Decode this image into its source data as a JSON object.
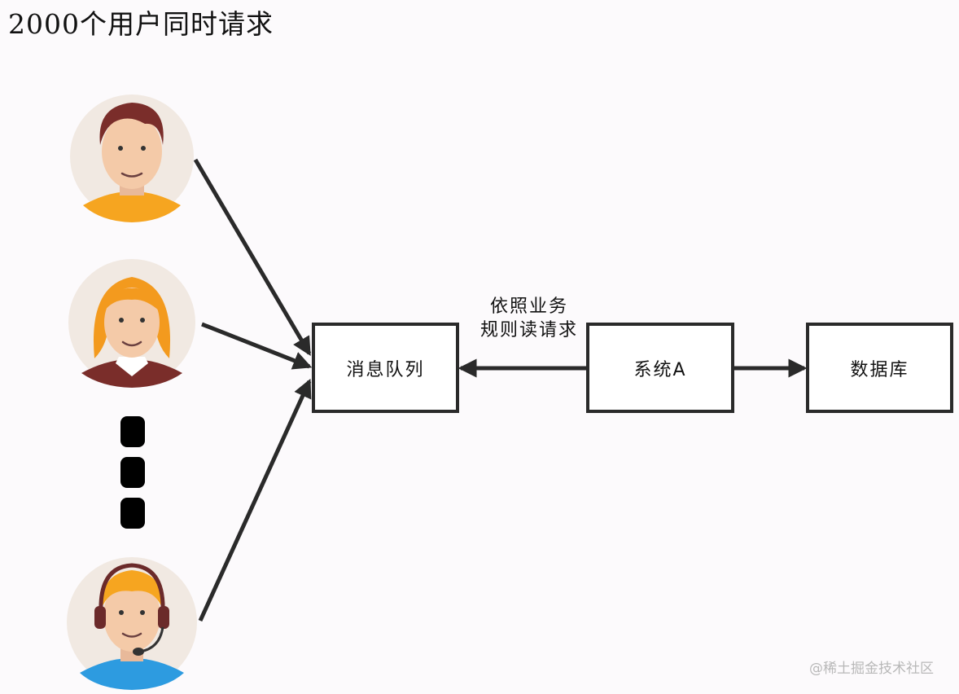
{
  "title": "2000个用户同时请求",
  "nodes": {
    "message_queue": "消息队列",
    "system_a": "系统A",
    "database": "数据库"
  },
  "edge_label": {
    "line1": "依照业务",
    "line2": "规则读请求"
  },
  "users": [
    {
      "icon": "user-man-icon"
    },
    {
      "icon": "user-woman-icon"
    },
    {
      "icon": "user-headset-icon"
    }
  ],
  "watermark": "@稀土掘金技术社区",
  "colors": {
    "background": "#fcfafc",
    "stroke": "#2a2a2a",
    "avatar_bg": "#f1e9e2"
  }
}
